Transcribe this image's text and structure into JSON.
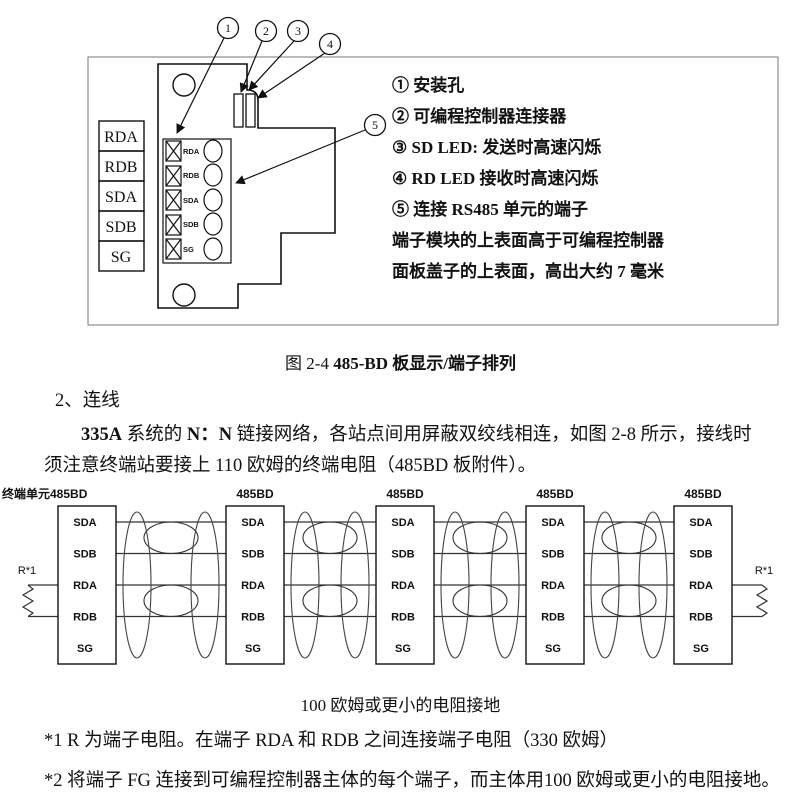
{
  "colors": {
    "ink": "#111111",
    "line": "#333333",
    "border": "#777777",
    "bg": "#ffffff"
  },
  "board_figure": {
    "callouts": [
      "1",
      "2",
      "3",
      "4",
      "5"
    ],
    "panel_terminals": [
      "RDA",
      "RDB",
      "SDA",
      "SDB",
      "SG"
    ],
    "block_terminals": [
      "RDA",
      "RDB",
      "SDA",
      "SDB",
      "SG"
    ],
    "legend": [
      "① 安装孔",
      "② 可编程控制器连接器",
      "③ SD LED: 发送时高速闪烁",
      "④ RD LED 接收时高速闪烁",
      "⑤ 连接 RS485 单元的端子",
      "端子模块的上表面高于可编程控制器",
      "面板盖子的上表面，高出大约 7 毫米"
    ]
  },
  "figure_caption": {
    "prefix": "图 2-4 ",
    "bold": "485-BD",
    "rest": " 板显示/端子排列"
  },
  "section": {
    "heading": "2、连线",
    "paragraph_parts": {
      "bold1": "335A",
      "mid": " 系统的 ",
      "bold2": "N：N",
      "rest": " 链接网络，各站点间用屏蔽双绞线相连，如图 2-8 所示，接线时须注意终端站要接上 110 欧姆的终端电阻（485BD 板附件）。"
    }
  },
  "wiring": {
    "station_headers": [
      "终端单元485BD",
      "485BD",
      "485BD",
      "485BD",
      "485BD"
    ],
    "terminals": [
      "SDA",
      "SDB",
      "RDA",
      "RDB",
      "SG"
    ],
    "resistor_label": "R*1",
    "ground_caption": "100 欧姆或更小的电阻接地"
  },
  "notes": [
    "*1 R 为端子电阻。在端子 RDA 和 RDB 之间连接端子电阻（330 欧姆）",
    "*2 将端子 FG 连接到可编程控制器主体的每个端子，而主体用100 欧姆或更小的电阻接地。"
  ]
}
